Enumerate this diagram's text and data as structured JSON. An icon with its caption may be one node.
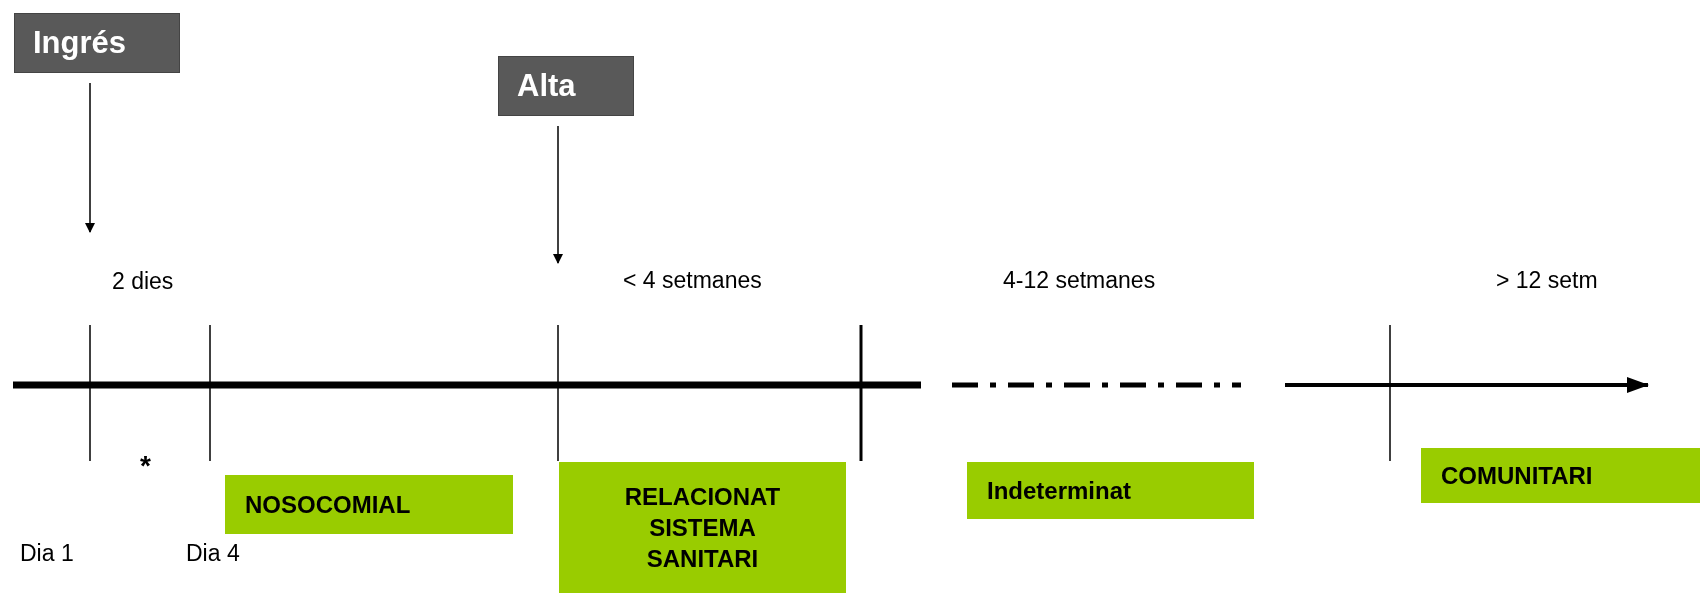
{
  "diagram": {
    "nodes": [
      {
        "text": [
          "Ingrés"
        ]
      },
      {
        "text": [
          "Alta"
        ]
      },
      {
        "text": [
          "NOSOCOMIAL"
        ]
      },
      {
        "text": [
          "RELACIONAT SISTEMA SANITARI"
        ]
      },
      {
        "text": [
          "Indeterminat"
        ]
      },
      {
        "text": [
          "COMUNITARI"
        ]
      }
    ],
    "edges": [
      {
        "from": 0,
        "to": null,
        "arrow": "to"
      },
      {
        "from": 1,
        "to": null,
        "arrow": "to"
      }
    ],
    "labels": [
      "2 dies",
      "< 4 setmanes",
      "4-12 setmanes",
      "> 12 setm",
      "*",
      "Dia 1",
      "Dia 4"
    ]
  }
}
